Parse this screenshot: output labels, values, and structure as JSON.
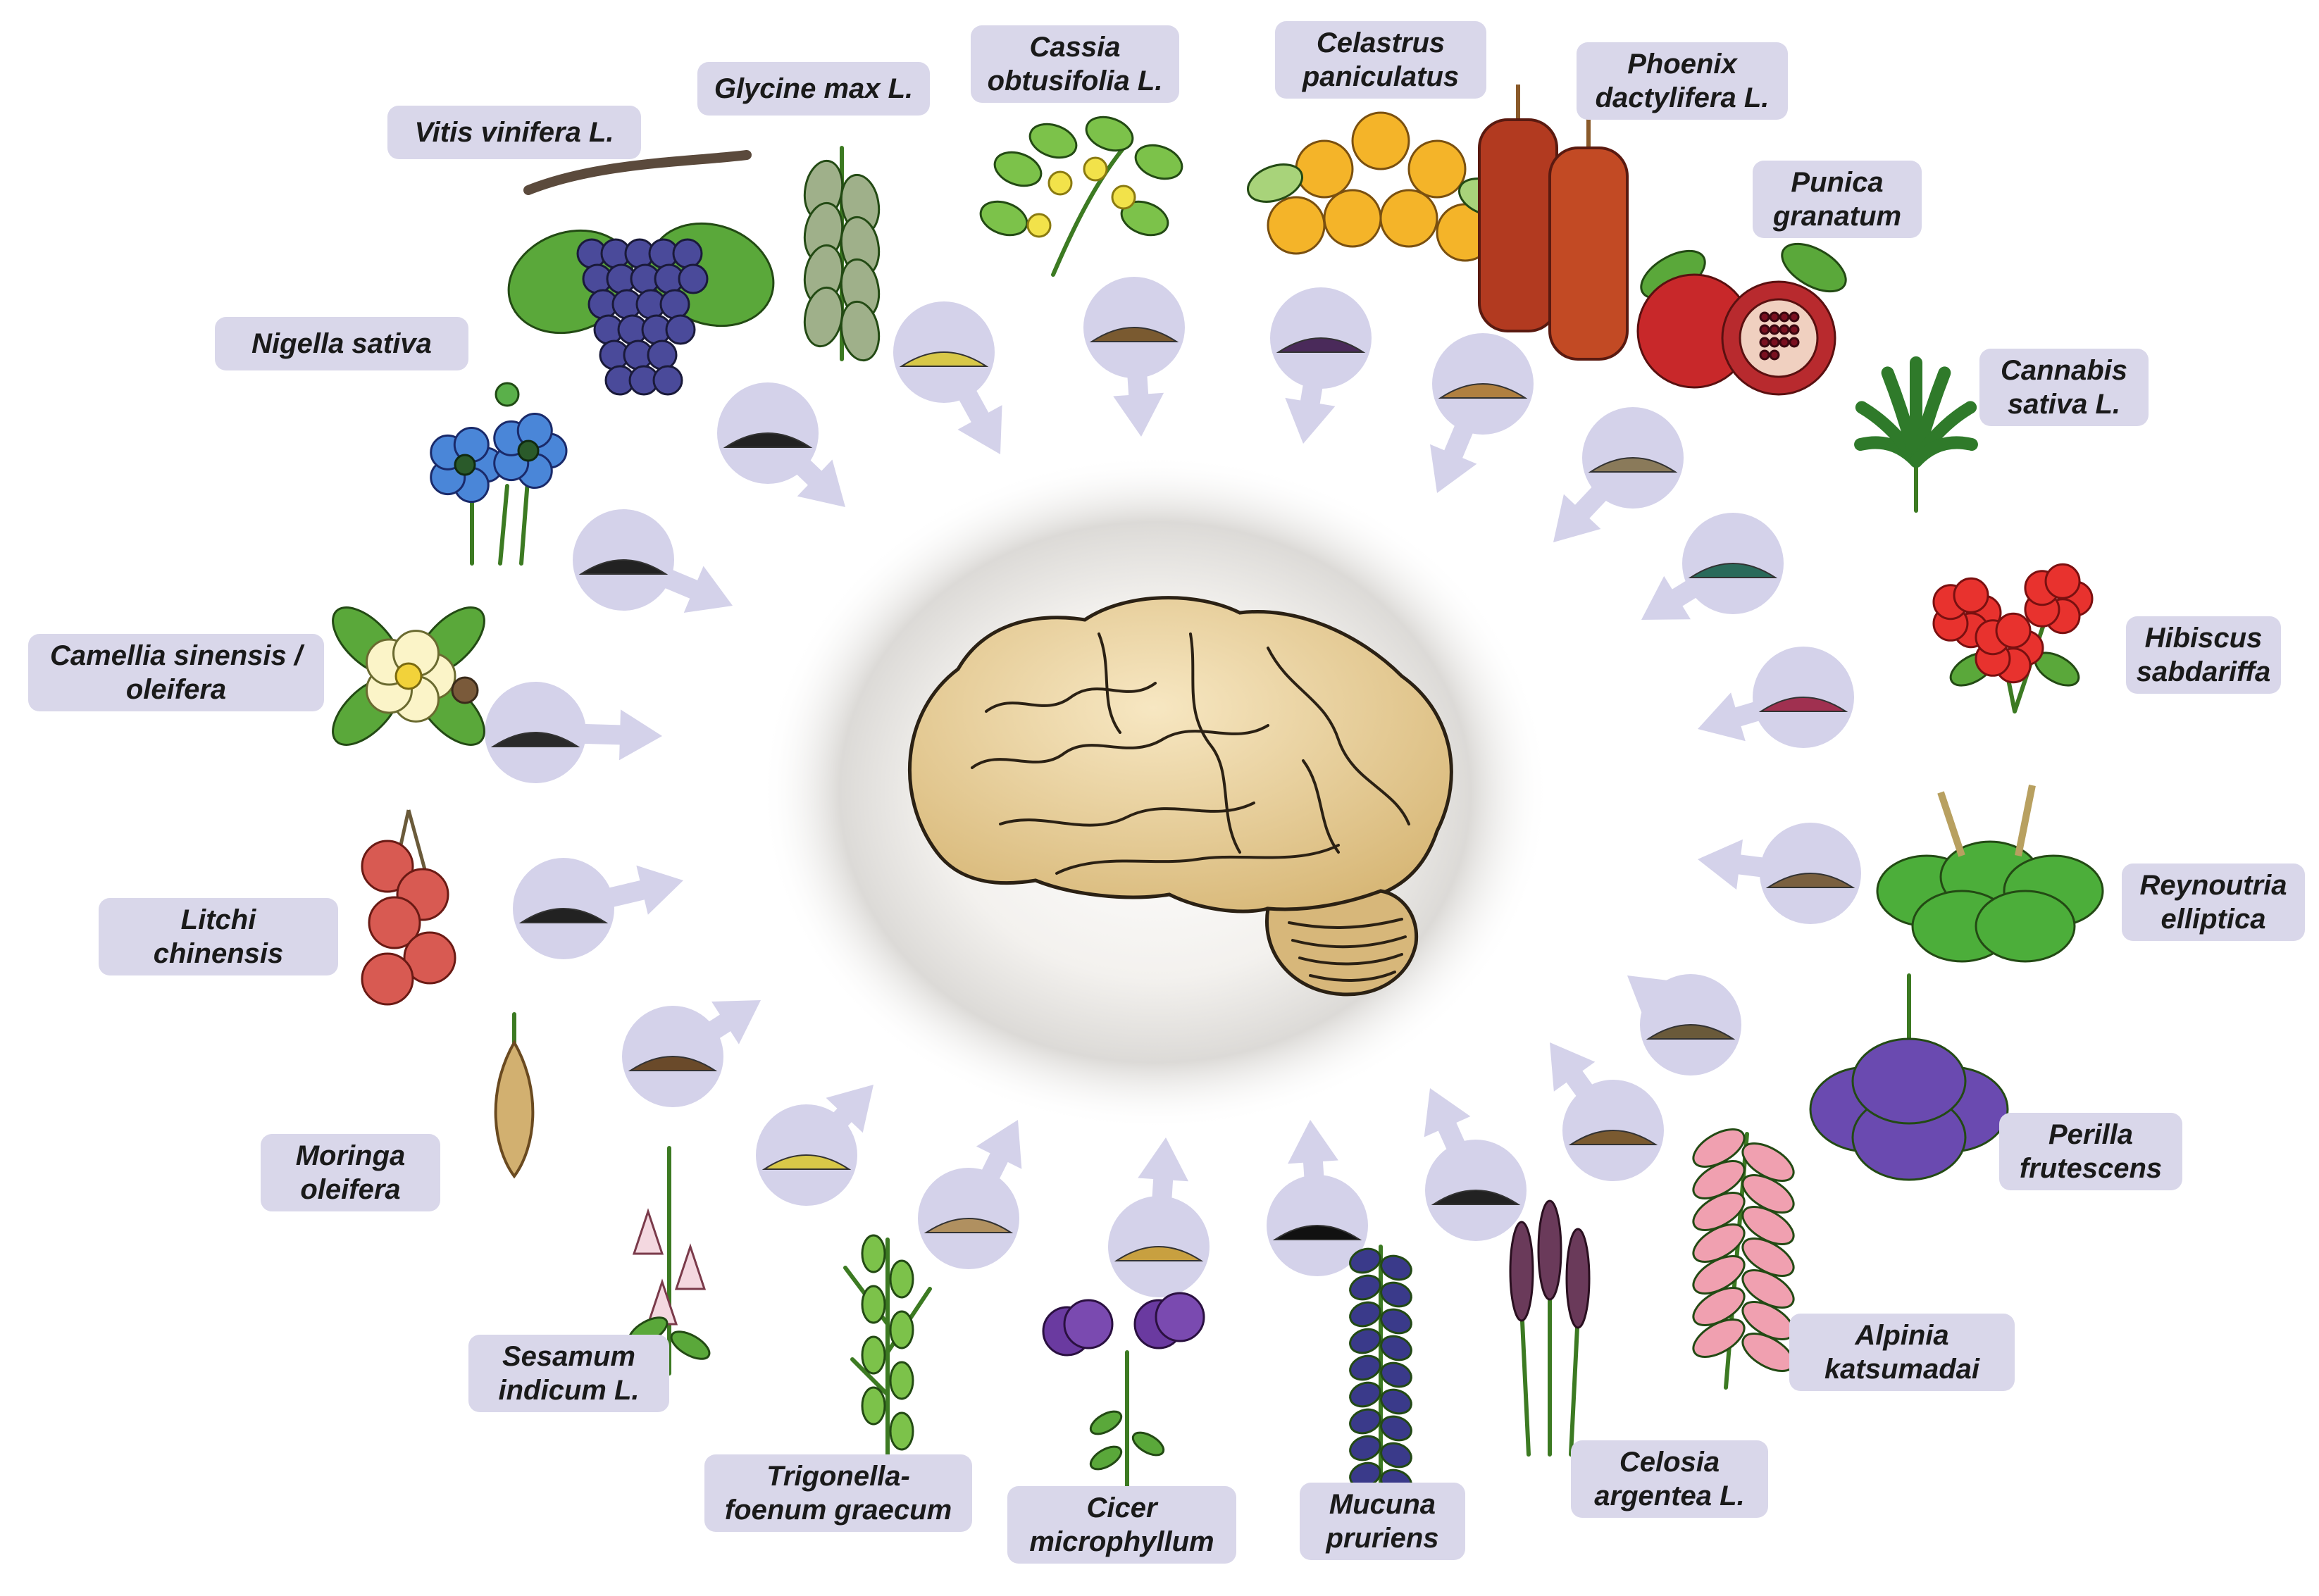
{
  "figure": {
    "center_label": "",
    "plants": [
      {
        "id": "vitis",
        "line1": "Vitis vinifera L.",
        "line2": "",
        "icon": "grape-cluster-icon",
        "seed": "seed-pile-icon"
      },
      {
        "id": "glycine",
        "line1": "Glycine max L.",
        "line2": "",
        "icon": "soybean-pod-icon",
        "seed": "seed-pile-icon"
      },
      {
        "id": "cassia",
        "line1": "Cassia",
        "line2": "obtusifolia L.",
        "icon": "cassia-flower-icon",
        "seed": "seed-pile-icon"
      },
      {
        "id": "celastrus",
        "line1": "Celastrus",
        "line2": "paniculatus",
        "icon": "celastrus-fruit-icon",
        "seed": "seed-pile-icon"
      },
      {
        "id": "phoenix",
        "line1": "Phoenix",
        "line2": "dactylifera L.",
        "icon": "date-fruit-icon",
        "seed": "seed-pile-icon"
      },
      {
        "id": "punica",
        "line1": "Punica",
        "line2": "granatum",
        "icon": "pomegranate-icon",
        "seed": "seed-pile-icon"
      },
      {
        "id": "cannabis",
        "line1": "Cannabis",
        "line2": "sativa L.",
        "icon": "cannabis-leaf-icon",
        "seed": "seed-pile-icon"
      },
      {
        "id": "hibiscus",
        "line1": "Hibiscus",
        "line2": "sabdariffa",
        "icon": "hibiscus-flower-icon",
        "seed": "seed-pile-icon"
      },
      {
        "id": "reynoutria",
        "line1": "Reynoutria",
        "line2": "elliptica",
        "icon": "reynoutria-leaf-icon",
        "seed": "seed-pile-icon"
      },
      {
        "id": "perilla",
        "line1": "Perilla",
        "line2": "frutescens",
        "icon": "perilla-plant-icon",
        "seed": "seed-pile-icon"
      },
      {
        "id": "alpinia",
        "line1": "Alpinia",
        "line2": "katsumadai",
        "icon": "alpinia-flower-icon",
        "seed": "seed-pile-icon"
      },
      {
        "id": "celosia",
        "line1": "Celosia",
        "line2": "argentea L.",
        "icon": "celosia-spike-icon",
        "seed": "seed-pile-icon"
      },
      {
        "id": "mucuna",
        "line1": "Mucuna",
        "line2": "pruriens",
        "icon": "mucuna-flower-icon",
        "seed": "seed-pile-icon"
      },
      {
        "id": "cicer",
        "line1": "Cicer",
        "line2": "microphyllum",
        "icon": "cicer-flower-icon",
        "seed": "seed-pile-icon"
      },
      {
        "id": "trigonella",
        "line1": "Trigonella-",
        "line2": "foenum graecum",
        "icon": "trigonella-plant-icon",
        "seed": "seed-pile-icon"
      },
      {
        "id": "sesamum",
        "line1": "Sesamum",
        "line2": "indicum L.",
        "icon": "sesame-flower-icon",
        "seed": "seed-pile-icon"
      },
      {
        "id": "moringa",
        "line1": "Moringa",
        "line2": "oleifera",
        "icon": "moringa-pod-icon",
        "seed": "seed-pile-icon"
      },
      {
        "id": "litchi",
        "line1": "Litchi",
        "line2": "chinensis",
        "icon": "litchi-fruit-icon",
        "seed": "seed-pile-icon"
      },
      {
        "id": "camellia",
        "line1": "Camellia sinensis /",
        "line2": "oleifera",
        "icon": "camellia-flower-icon",
        "seed": "seed-pile-icon"
      },
      {
        "id": "nigella",
        "line1": "Nigella sativa",
        "line2": "",
        "icon": "nigella-flower-icon",
        "seed": "seed-pile-icon"
      }
    ]
  },
  "colors": {
    "label_bg": "#d9d7ea",
    "arrow": "#d4d2ea",
    "brain": "#e6c98f",
    "brain_outline": "#2b2114"
  }
}
